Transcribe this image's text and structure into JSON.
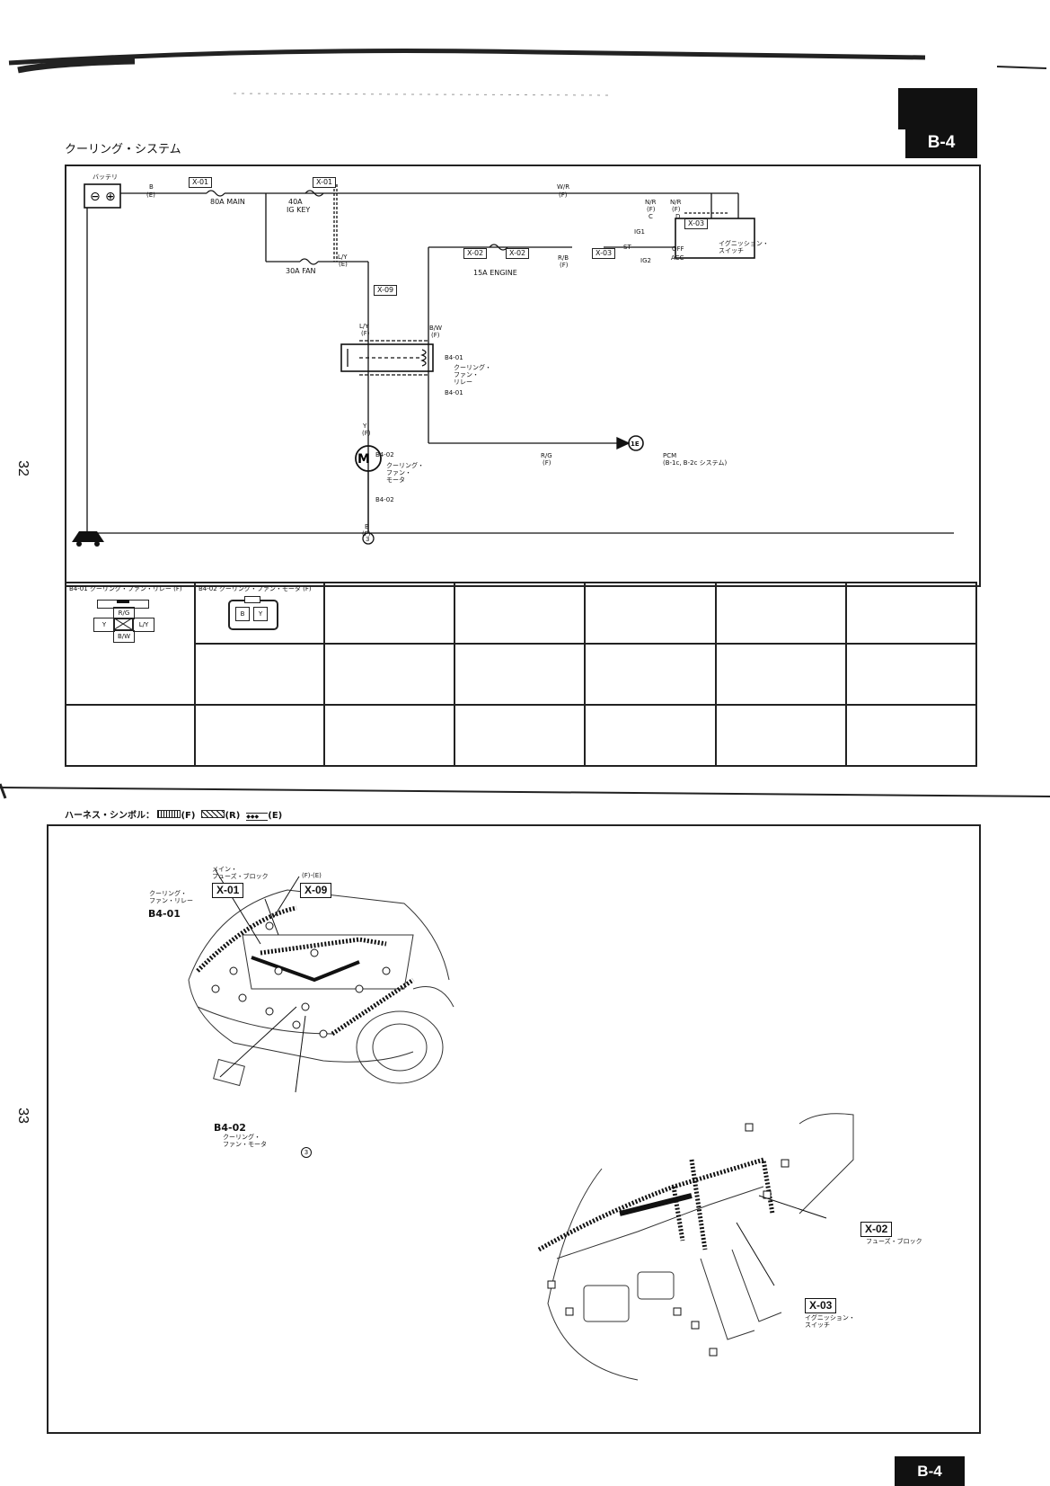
{
  "header": {
    "tab_label": "B-4",
    "bottom_tab_label": "B-4"
  },
  "page_numbers": {
    "upper": "32",
    "lower": "33"
  },
  "schematic": {
    "title": "クーリング・システム",
    "battery_label": "バッテリ",
    "battery_wire": "B",
    "battery_wire_harness": "(E)",
    "ground_label": "アース",
    "ground_point": "3",
    "fuses": {
      "main": "80A MAIN",
      "ig_key": "40A",
      "ig_key_2": "IG KEY",
      "fan": "30A FAN",
      "engine": "15A ENGINE"
    },
    "connectors": {
      "x01_a": "X-01",
      "x01_b": "X-01",
      "x02_a": "X-02",
      "x02_b": "X-02",
      "x03_a": "X-03",
      "x03_b": "X-03",
      "x09": "X-09",
      "b4_01_top": "B4-01",
      "b4_01_bot": "B4-01",
      "b4_02_top": "B4-02",
      "b4_02_bot": "B4-02"
    },
    "wires": {
      "wr": "W/R",
      "wr_h": "(F)",
      "nr1": "N/R",
      "nr1_h": "(F)",
      "nr2": "N/R",
      "nr2_h": "(F)",
      "nr1_pin": "C",
      "nr2_pin": "D",
      "ly": "L/Y",
      "ly_h": "(E)",
      "ly2": "L/Y",
      "ly2_h": "(F)",
      "rb": "R/B",
      "rb_h": "(F)",
      "bw": "B/W",
      "bw_h": "(F)",
      "y": "Y",
      "y_h": "(F)",
      "b": "B",
      "b_h": "(F)",
      "rg": "R/G",
      "rg_h": "(F)"
    },
    "relay_label": "クーリング・\nファン・\nリレー",
    "motor_label": "クーリング・\nファン・\nモータ",
    "motor_symbol": "M",
    "ignition_label": "イグニッション・\nスイッチ",
    "ignition_positions": {
      "ig1": "IG1",
      "st": "ST",
      "ig2": "IG2",
      "off": "OFF",
      "acc": "ACC"
    },
    "pcm_pin": "1E",
    "pcm_label": "PCM",
    "pcm_ref": "(B-1c, B-2c システム)"
  },
  "connector_table": {
    "cell1_title": "B4-01 クーリング・ファン・リレー (F)",
    "cell2_title": "B4-02 クーリング・ファン・モータ (F)",
    "relay_pins": {
      "top": "R/G",
      "left": "Y",
      "right": "L/Y",
      "bottom": "B/W"
    },
    "motor_pins": [
      "B",
      "Y"
    ]
  },
  "harness": {
    "legend_label": "ハーネス・シンボル：",
    "legend_f": "(F)",
    "legend_r": "(R)",
    "legend_e": "(E)",
    "engine_callouts": {
      "main_fuse_block": "メイン・\nフューズ・ブロック",
      "x01": "X-01",
      "fe": "(F)-(E)",
      "x09": "X-09",
      "relay_label": "クーリング・\nファン・リレー",
      "b4_01": "B4-01",
      "b4_02": "B4-02",
      "motor_label": "クーリング・\nファン・モータ",
      "ground": "3"
    },
    "dash_callouts": {
      "x02": "X-02",
      "fuse_block": "フューズ・ブロック",
      "x03": "X-03",
      "ignition": "イグニッション・\nスイッチ"
    }
  }
}
